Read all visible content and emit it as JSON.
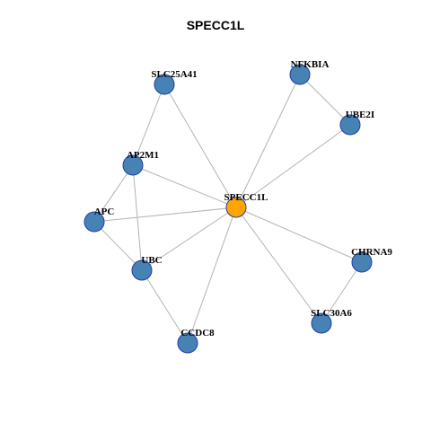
{
  "title": "SPECC1L",
  "colors": {
    "center": "#ffa500",
    "node": "#4682b4",
    "node_border": "#1f3fa8",
    "edge": "#b3b3b3"
  },
  "nodes": [
    {
      "id": "SPECC1L",
      "label": "SPECC1L",
      "center": true
    },
    {
      "id": "SLC25A41",
      "label": "SLC25A41"
    },
    {
      "id": "NFKBIA",
      "label": "NFKBIA"
    },
    {
      "id": "UBE2I",
      "label": "UBE2I"
    },
    {
      "id": "AP2M1",
      "label": "AP2M1"
    },
    {
      "id": "APC",
      "label": "APC"
    },
    {
      "id": "UBC",
      "label": "UBC"
    },
    {
      "id": "CHRNA9",
      "label": "CHRNA9"
    },
    {
      "id": "SLC30A6",
      "label": "SLC30A6"
    },
    {
      "id": "CCDC8",
      "label": "CCDC8"
    }
  ],
  "edges": [
    [
      "SPECC1L",
      "SLC25A41"
    ],
    [
      "SPECC1L",
      "NFKBIA"
    ],
    [
      "SPECC1L",
      "UBE2I"
    ],
    [
      "SPECC1L",
      "AP2M1"
    ],
    [
      "SPECC1L",
      "APC"
    ],
    [
      "SPECC1L",
      "UBC"
    ],
    [
      "SPECC1L",
      "CHRNA9"
    ],
    [
      "SPECC1L",
      "SLC30A6"
    ],
    [
      "SPECC1L",
      "CCDC8"
    ],
    [
      "SLC25A41",
      "AP2M1"
    ],
    [
      "NFKBIA",
      "UBE2I"
    ],
    [
      "AP2M1",
      "APC"
    ],
    [
      "AP2M1",
      "UBC"
    ],
    [
      "APC",
      "UBC"
    ],
    [
      "UBC",
      "CCDC8"
    ],
    [
      "CHRNA9",
      "SLC30A6"
    ]
  ]
}
